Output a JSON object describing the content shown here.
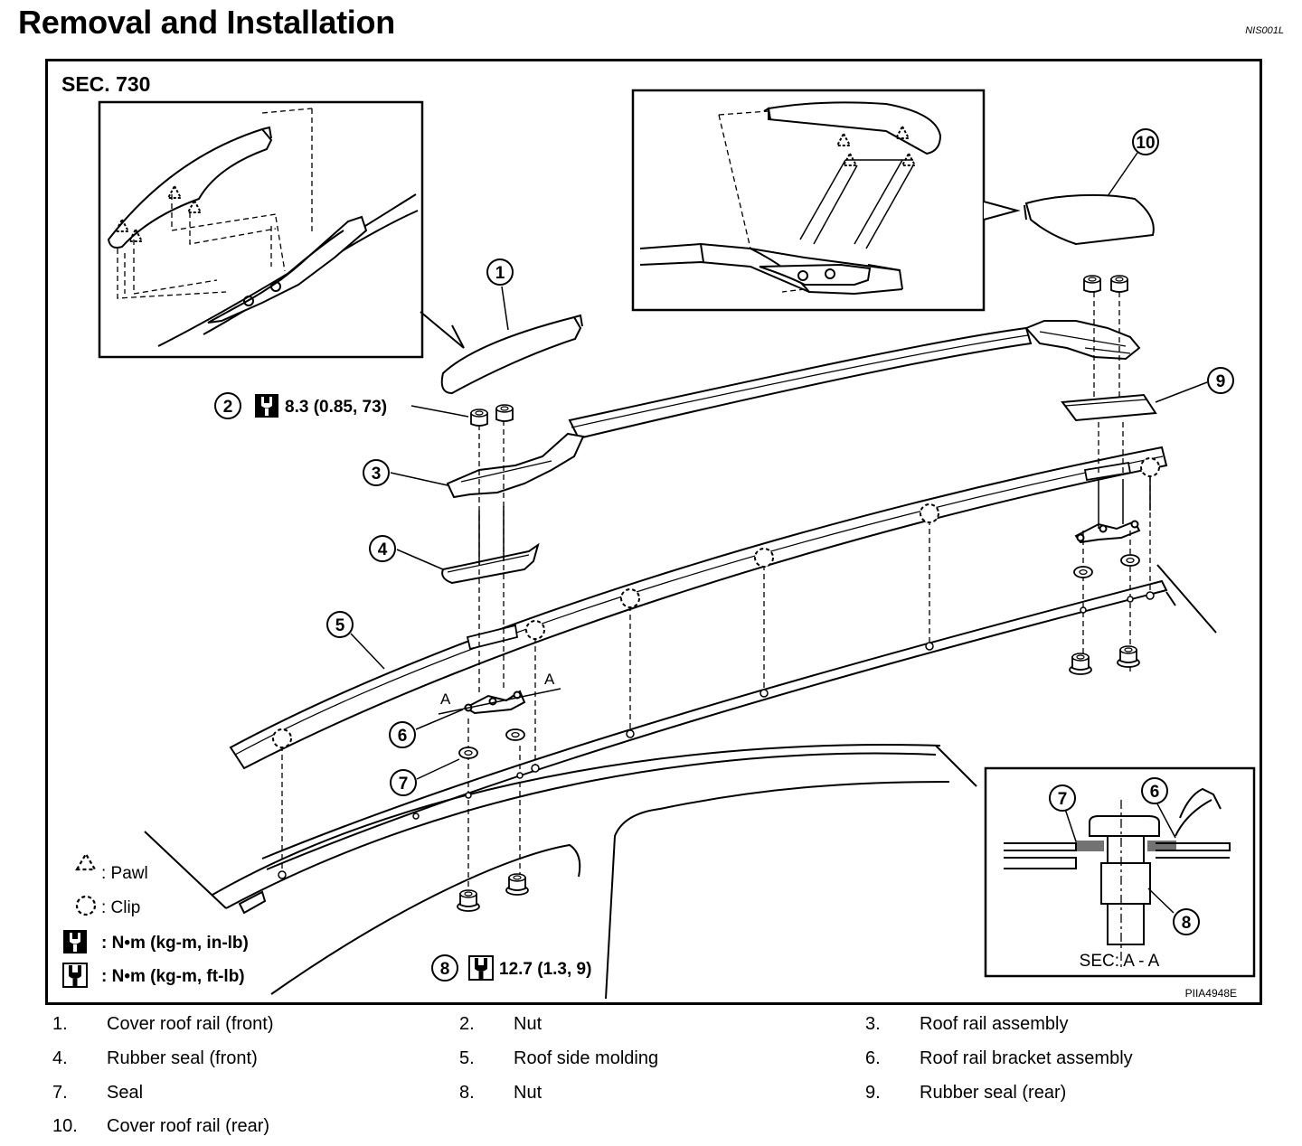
{
  "header": {
    "title": "Removal and Installation",
    "code": "NIS001L"
  },
  "diagram": {
    "section_label": "SEC. 730",
    "image_code": "PIIA4948E",
    "torque_front": "8.3 (0.85, 73)",
    "torque_nut": "12.7 (1.3, 9)",
    "section_a_label": "A",
    "section_view_label": "SEC: A - A",
    "callouts": [
      "1",
      "2",
      "3",
      "4",
      "5",
      "6",
      "7",
      "8",
      "9",
      "10"
    ],
    "symbols": [
      {
        "icon": "pawl-icon",
        "text": ": Pawl"
      },
      {
        "icon": "clip-icon",
        "text": ": Clip"
      },
      {
        "icon": "torque-wrench-icon",
        "text": ":  N•m  (kg-m,  in-lb)"
      },
      {
        "icon": "torque-wrench-outline-icon",
        "text": ":  N•m  (kg-m,  ft-lb)"
      }
    ]
  },
  "legend": [
    {
      "num": "1.",
      "label": "Cover roof rail (front)"
    },
    {
      "num": "2.",
      "label": "Nut"
    },
    {
      "num": "3.",
      "label": "Roof rail assembly"
    },
    {
      "num": "4.",
      "label": "Rubber seal (front)"
    },
    {
      "num": "5.",
      "label": "Roof side molding"
    },
    {
      "num": "6.",
      "label": "Roof rail bracket assembly"
    },
    {
      "num": "7.",
      "label": "Seal"
    },
    {
      "num": "8.",
      "label": "Nut"
    },
    {
      "num": "9.",
      "label": "Rubber seal (rear)"
    },
    {
      "num": "10.",
      "label": "Cover roof rail (rear)"
    }
  ]
}
